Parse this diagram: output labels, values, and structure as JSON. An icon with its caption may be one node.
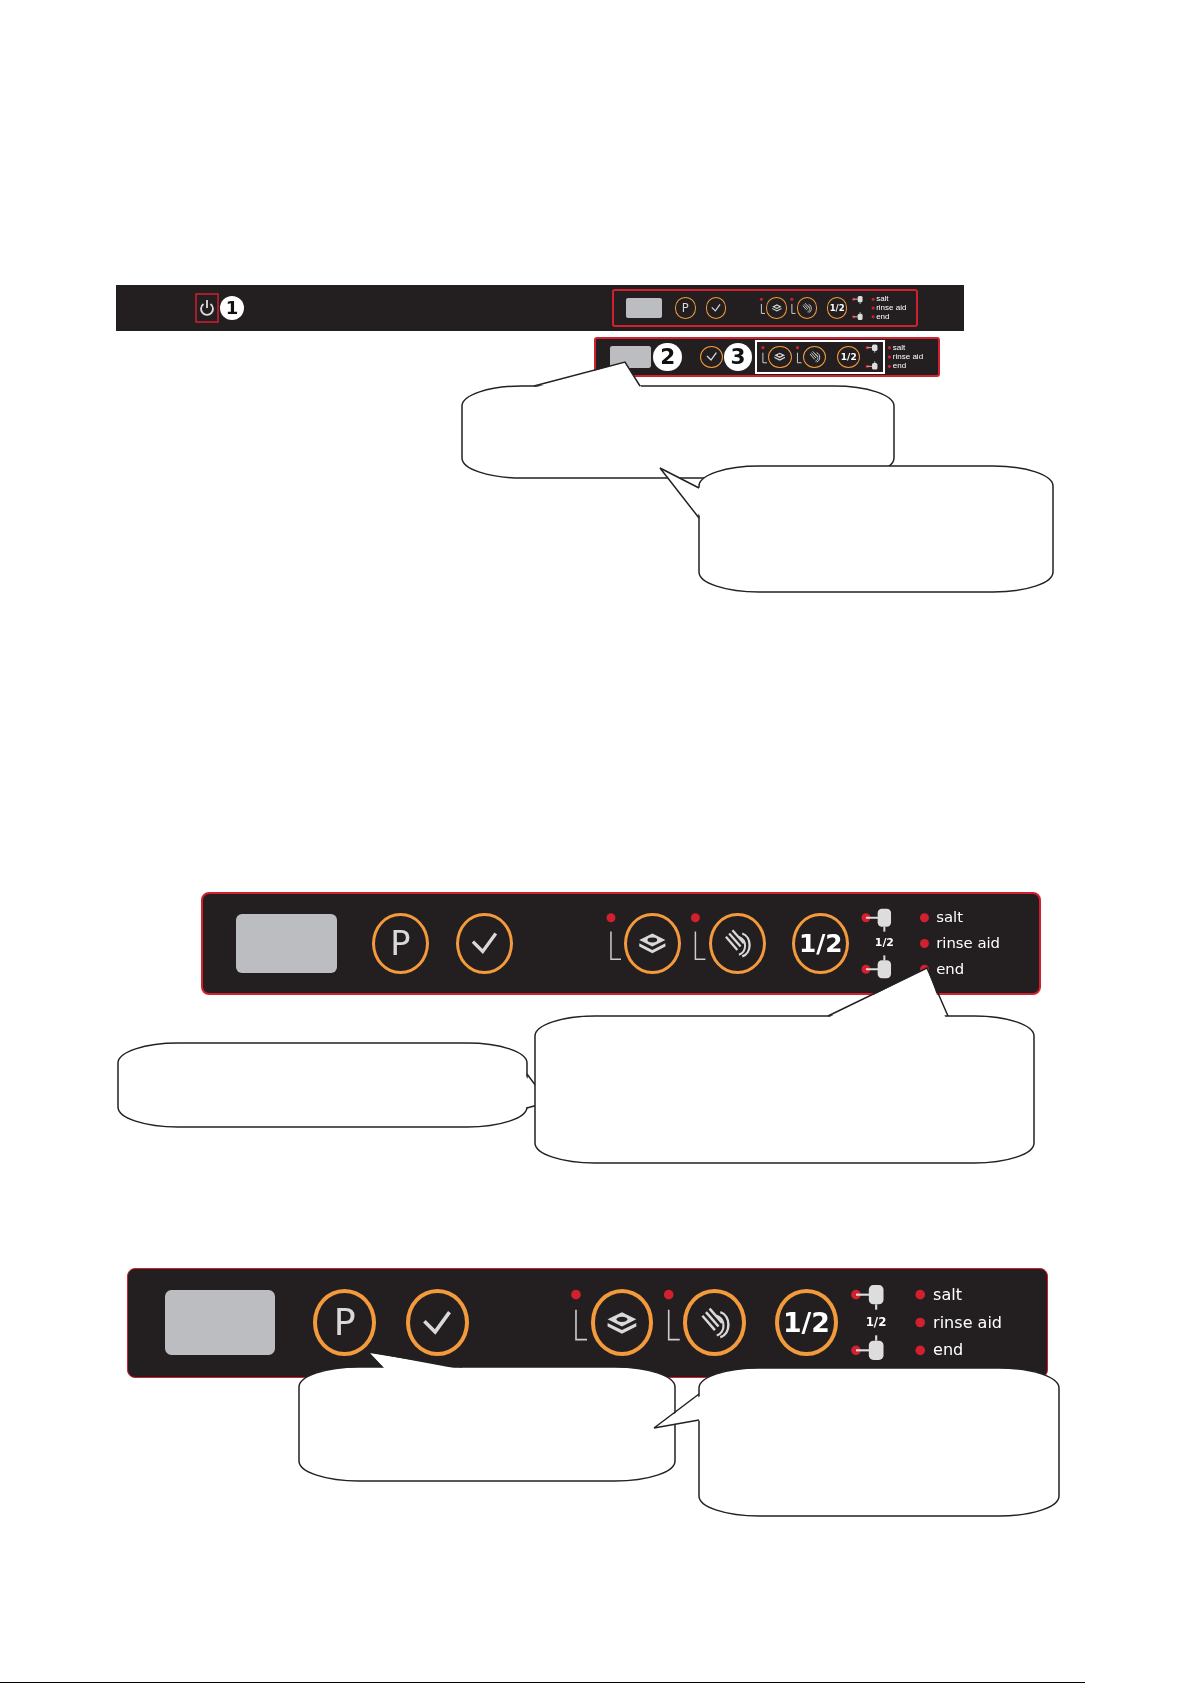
{
  "diagram": {
    "nodes": [
      {
        "text": [],
        "shape": "box"
      },
      {
        "text": [],
        "shape": "box"
      },
      {
        "text": [],
        "shape": "callout"
      },
      {
        "text": [],
        "shape": "callout"
      },
      {
        "text": [],
        "shape": "box"
      },
      {
        "text": [],
        "shape": "callout"
      },
      {
        "text": [],
        "shape": "callout"
      },
      {
        "text": [],
        "shape": "box"
      },
      {
        "text": [],
        "shape": "callout"
      },
      {
        "text": [],
        "shape": "callout"
      }
    ],
    "labels": [
      "1",
      "P",
      "1/2",
      "salt",
      "rinse aid",
      "end",
      "2",
      "3",
      "1/2",
      "salt",
      "rinse aid",
      "end",
      "P",
      "1/2",
      "1/2",
      "salt",
      "rinse aid",
      "end",
      "P",
      "1/2",
      "1/2",
      "salt",
      "rinse aid",
      "end"
    ]
  }
}
